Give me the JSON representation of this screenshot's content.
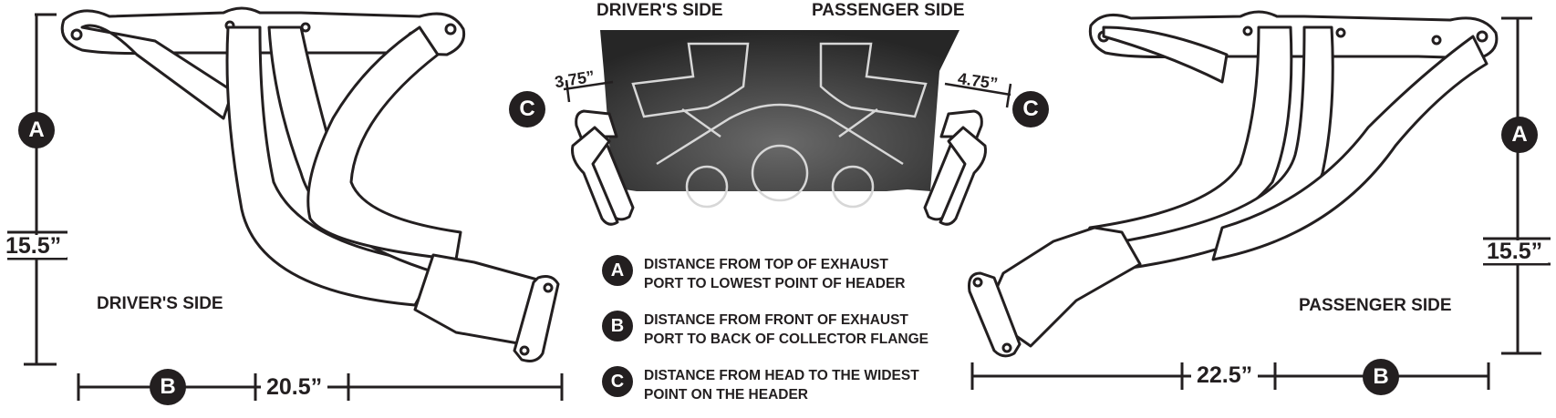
{
  "left": {
    "side_label": "DRIVER'S SIDE",
    "height_value": "15.5”",
    "width_value": "20.5”",
    "badge_height": "A",
    "badge_width": "B"
  },
  "right": {
    "side_label": "PASSENGER SIDE",
    "height_value": "15.5”",
    "width_value": "22.5”",
    "badge_height": "A",
    "badge_width": "B"
  },
  "center": {
    "driver_label": "DRIVER'S SIDE",
    "passenger_label": "PASSENGER SIDE",
    "driver_value": "3.75”",
    "passenger_value": "4.75”",
    "badge": "C"
  },
  "legend": [
    {
      "badge": "A",
      "line1": "DISTANCE FROM TOP OF EXHAUST",
      "line2": "PORT TO LOWEST POINT OF HEADER"
    },
    {
      "badge": "B",
      "line1": "DISTANCE FROM FRONT OF EXHAUST",
      "line2": "PORT TO BACK  OF COLLECTOR FLANGE"
    },
    {
      "badge": "C",
      "line1": "DISTANCE FROM HEAD TO THE WIDEST",
      "line2": "POINT ON THE HEADER"
    }
  ],
  "colors": {
    "ink": "#231f20",
    "engine_fill": "#3d3d3d",
    "pipe_fill": "#ffffff"
  }
}
